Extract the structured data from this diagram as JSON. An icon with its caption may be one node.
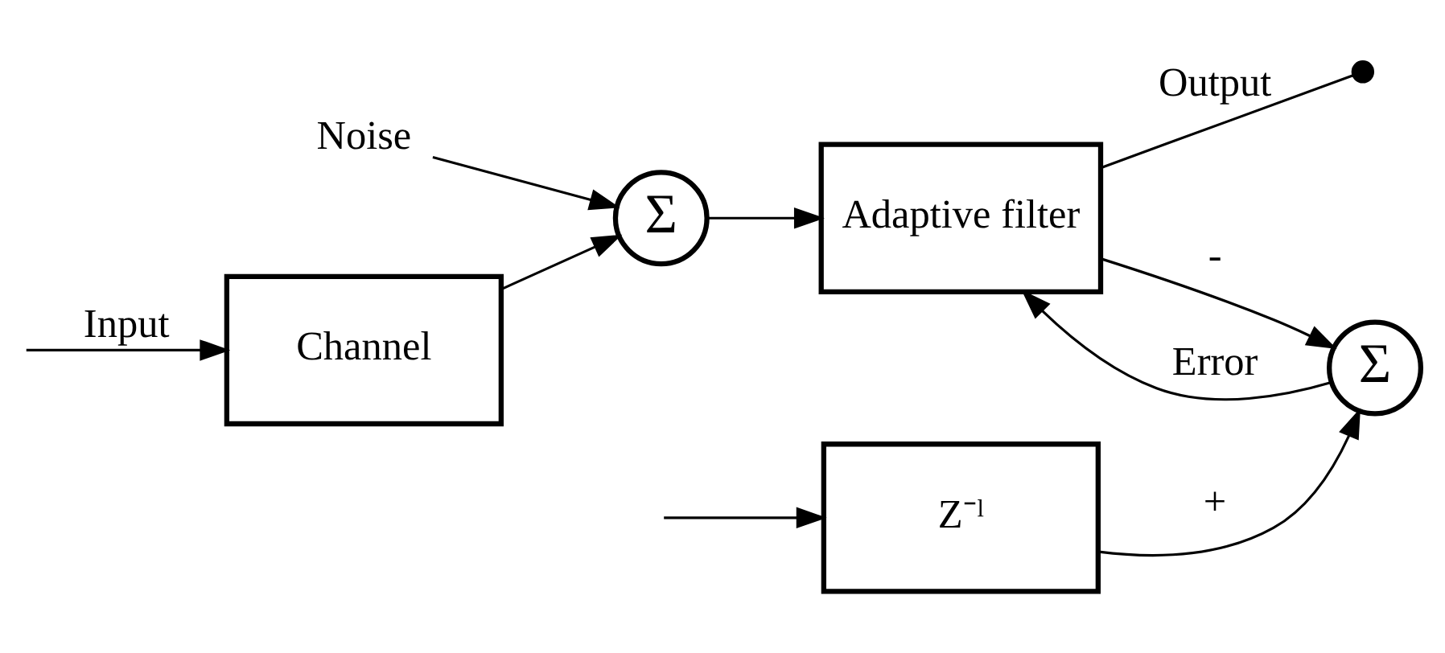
{
  "diagram": {
    "nodes": [
      {
        "text": [
          "Noise"
        ]
      },
      {
        "text": [
          "Channel"
        ]
      },
      {
        "text": [
          "Σ"
        ]
      },
      {
        "text": [
          "Adaptive filter"
        ]
      },
      {
        "text": [
          "Σ"
        ]
      },
      {
        "text": [
          "Z⁻ˡ"
        ]
      }
    ],
    "edges": [
      {
        "from": null,
        "to": 1,
        "arrow": "to",
        "label": "Input"
      },
      {
        "from": null,
        "to": 5,
        "arrow": "to"
      },
      {
        "from": 1,
        "to": 2,
        "arrow": "to"
      },
      {
        "from": 0,
        "to": 2,
        "arrow": "to"
      },
      {
        "from": 2,
        "to": 3,
        "arrow": "to"
      },
      {
        "from": 3,
        "to": null,
        "arrow": "other",
        "label": "Output"
      },
      {
        "from": 3,
        "to": 4,
        "arrow": "to",
        "label": "-"
      },
      {
        "from": 5,
        "to": 4,
        "arrow": "to",
        "label": "+"
      },
      {
        "from": 4,
        "to": 3,
        "arrow": "to",
        "label": "Error"
      }
    ]
  }
}
